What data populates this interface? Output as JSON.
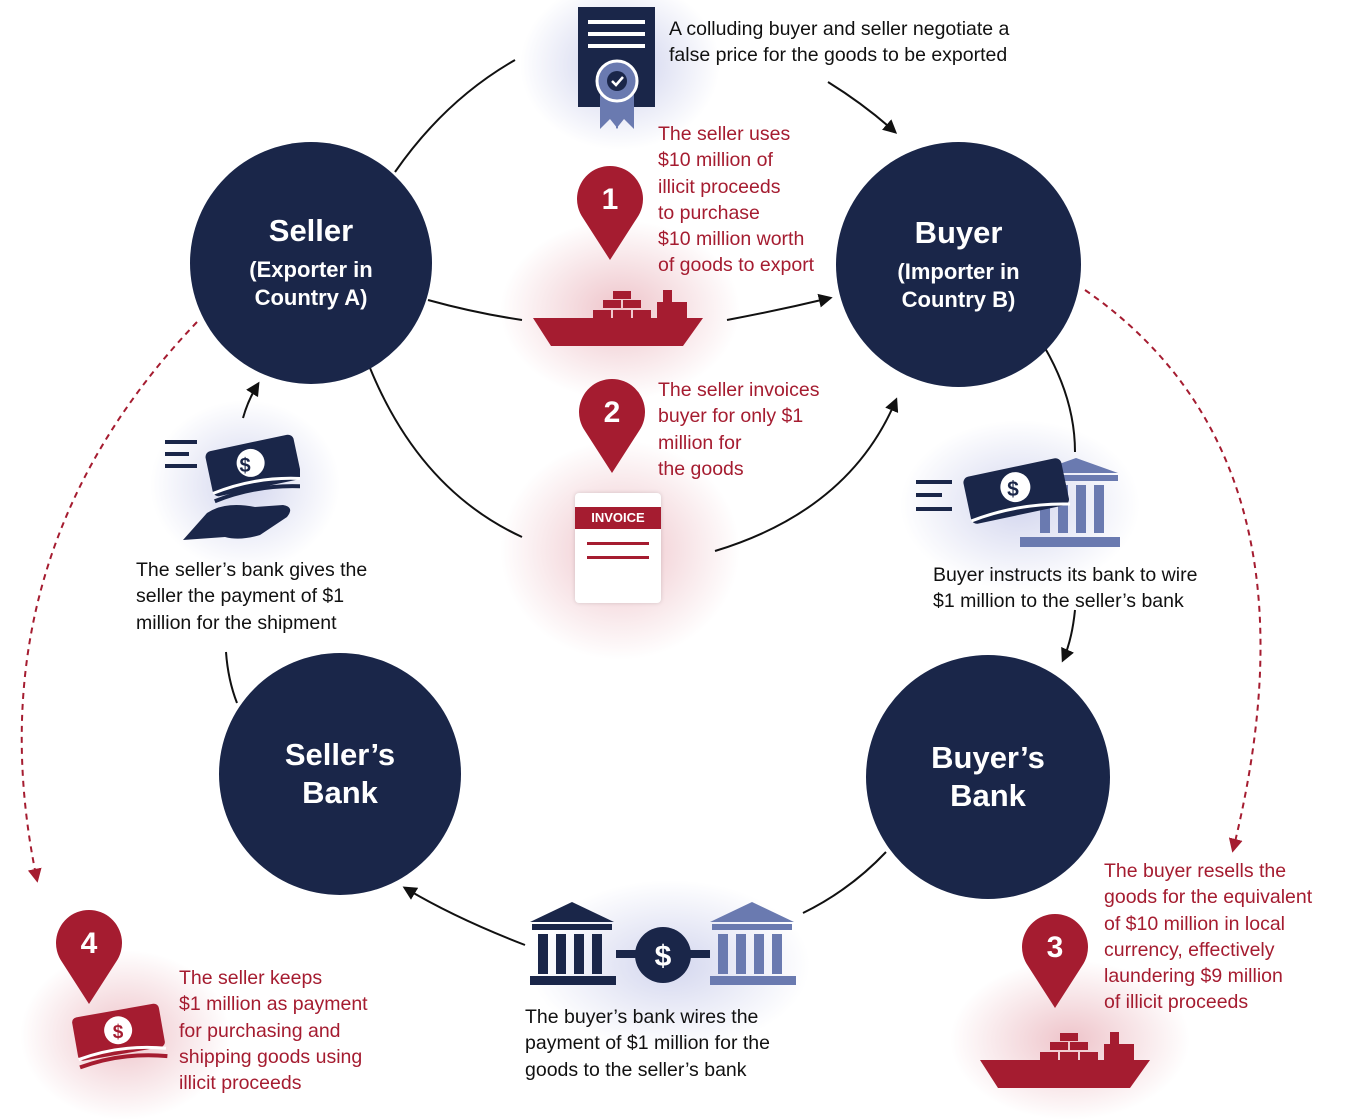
{
  "colors": {
    "navy": "#1a2649",
    "red": "#a51c30",
    "steel": "#6a7ab0"
  },
  "nodes": {
    "seller": {
      "title": "Seller",
      "subtitle_1": "(Exporter in",
      "subtitle_2": "Country A)"
    },
    "buyer": {
      "title": "Buyer",
      "subtitle_1": "(Importer in",
      "subtitle_2": "Country B)"
    },
    "sellers_bank": {
      "title_1": "Seller’s",
      "title_2": "Bank"
    },
    "buyers_bank": {
      "title_1": "Buyer’s",
      "title_2": "Bank"
    }
  },
  "steps": {
    "negotiate": [
      "A colluding buyer and seller negotiate a",
      "false price for the goods to be exported"
    ],
    "step1": {
      "number": "1",
      "lines": [
        "The seller uses",
        "$10 million of",
        "illicit proceeds",
        "to purchase",
        "$10 million worth",
        "of goods to export"
      ]
    },
    "step2": {
      "number": "2",
      "lines": [
        "The seller invoices",
        "buyer for only $1",
        "million for",
        "the goods"
      ]
    },
    "step3": {
      "number": "3",
      "lines": [
        "The buyer resells the",
        "goods for the equivalent",
        "of $10 million in local",
        "currency, effectively",
        "laundering $9 million",
        "of illicit proceeds"
      ]
    },
    "step4": {
      "number": "4",
      "lines": [
        "The seller keeps",
        "$1 million as payment",
        "for purchasing and",
        "shipping goods using",
        "illicit proceeds"
      ]
    },
    "buyer_instructs": [
      "Buyer instructs its bank to wire",
      "$1 million to the seller’s bank"
    ],
    "bank_wire": [
      "The buyer’s bank wires the",
      "payment of $1 million for the",
      "goods to the seller’s bank"
    ],
    "bank_pays": [
      "The seller’s bank gives the",
      "seller the payment of $1",
      "million for the shipment"
    ]
  },
  "icons": {
    "contract": "certificate-icon",
    "ship": "cargo-ship-icon",
    "invoice": "invoice-icon",
    "invoice_label": "INVOICE",
    "hand_money": "hand-money-icon",
    "money_bank": "money-to-bank-icon",
    "bank_transfer": "bank-transfer-icon",
    "cash": "cash-icon",
    "pin": "map-pin-icon",
    "dollar_sign": "$"
  }
}
